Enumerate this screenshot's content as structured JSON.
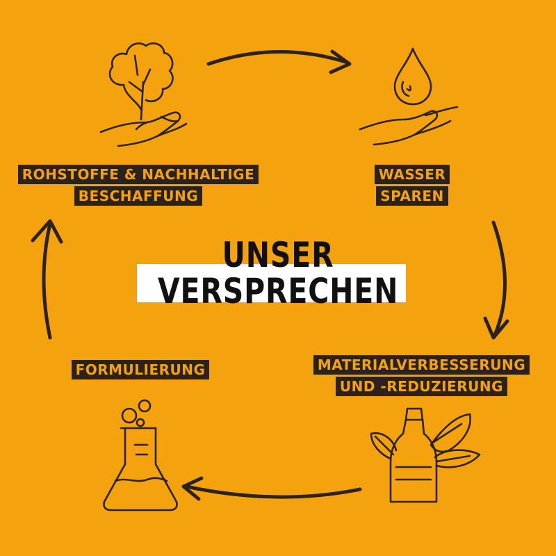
{
  "diagram": {
    "title_lines": [
      "UNSER",
      "VERSPRECHEN"
    ],
    "steps": [
      {
        "lines": [
          "ROHSTOFFE & NACHHALTIGE",
          "BESCHAFFUNG"
        ],
        "icon": "tree-in-hand-icon"
      },
      {
        "lines": [
          "WASSER",
          "SPAREN"
        ],
        "icon": "water-drop-in-hand-icon"
      },
      {
        "lines": [
          "MATERIALVERBESSERUNG",
          "UND -REDUZIERUNG"
        ],
        "icon": "bottle-with-leaves-icon"
      },
      {
        "lines": [
          "FORMULIERUNG"
        ],
        "icon": "lab-flask-icon"
      }
    ],
    "colors": {
      "background": "#f5a20f",
      "ink": "#2b221b",
      "label_text": "#f5a20f",
      "title_box": "#ffffff",
      "title_text": "#111111"
    }
  }
}
